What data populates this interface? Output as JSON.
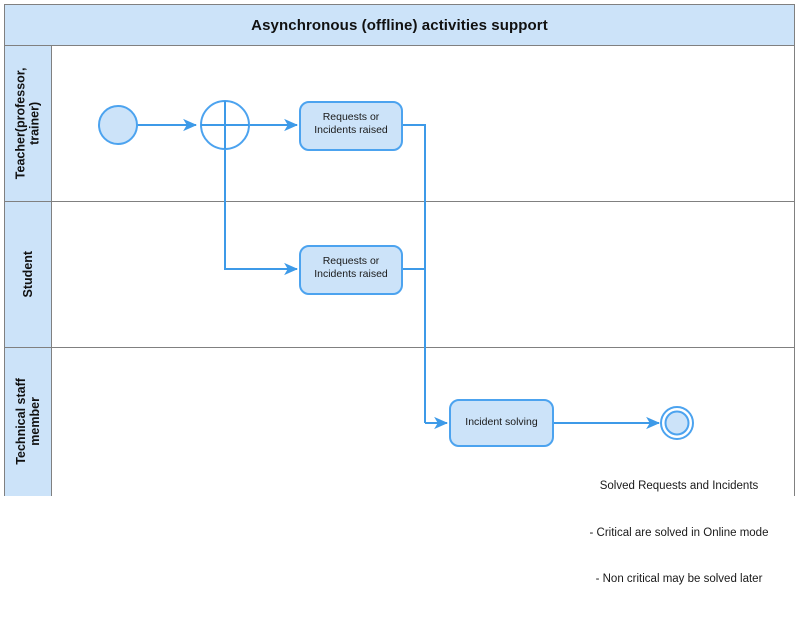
{
  "pool": {
    "title": "Asynchronous (offline) activities support"
  },
  "lanes": [
    {
      "id": "teacher",
      "label": "Teacher(professor,\ntrainer)"
    },
    {
      "id": "student",
      "label": "Student"
    },
    {
      "id": "technical",
      "label": "Technical staff\nmember"
    }
  ],
  "nodes": {
    "start_event": {
      "type": "start-event",
      "label": ""
    },
    "parallel_gateway": {
      "type": "parallel-gateway",
      "label": ""
    },
    "teacher_task": {
      "type": "task",
      "label": "Requests or\nIncidents raised"
    },
    "student_task": {
      "type": "task",
      "label": "Requests or\nIncidents raised"
    },
    "incident_solving": {
      "type": "task",
      "label": "Incident solving"
    },
    "end_event": {
      "type": "end-event",
      "label": ""
    }
  },
  "annotation": {
    "line1": "Solved Requests and Incidents",
    "line2": "- Critical are solved in Online mode",
    "line3": "- Non critical may be solved later"
  },
  "colors": {
    "lane_header_fill": "#cce3f9",
    "node_fill": "#cce3f9",
    "node_stroke": "#4ca3ef",
    "flow_stroke": "#3d9ae8",
    "frame_stroke": "#808080",
    "text": "#1a1a1a"
  }
}
